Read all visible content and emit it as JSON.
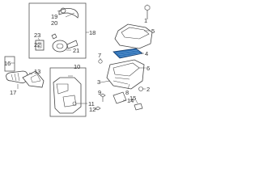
{
  "diagram": {
    "colors": {
      "line": "#444444",
      "label": "#333333",
      "highlight_fill": "#2b6fb5",
      "box_border": "#555555"
    },
    "callouts": {
      "c19": "19",
      "c20": "20",
      "c23": "23",
      "c22": "22",
      "c21": "21",
      "c18": "18",
      "c5": "5",
      "c4": "4",
      "c7": "7",
      "c10": "10",
      "c6": "6",
      "c3": "3",
      "c8": "8",
      "c16": "16",
      "c13": "13",
      "c17": "17",
      "c11": "11",
      "c9": "9",
      "c12": "12",
      "c14": "14",
      "c15": "15",
      "c2": "2",
      "c1": "1"
    },
    "highlighted_part": "air-filter-element"
  }
}
